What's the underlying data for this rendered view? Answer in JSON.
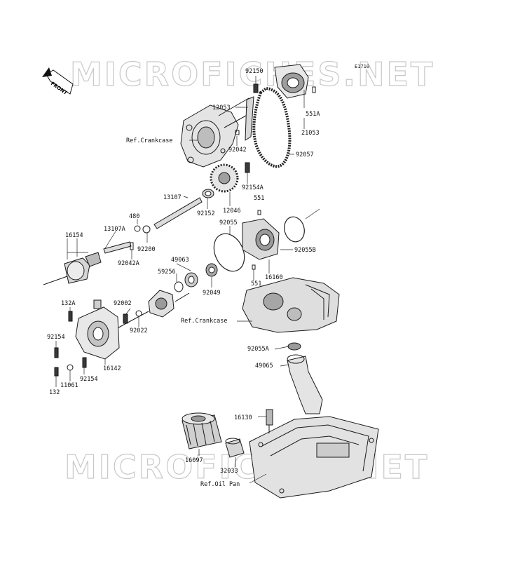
{
  "diagram_code": "E1710",
  "front_label": "FRONT",
  "watermark_text": "MICROFICHES.NET",
  "labels": {
    "p92150": "92150",
    "p12053": "12053",
    "p551A": "551A",
    "p21053": "21053",
    "refCrankcase1": "Ref.Crankcase",
    "p92042": "92042",
    "p92057": "92057",
    "p92154A": "92154A",
    "p13107": "13107",
    "p480": "480",
    "p92152": "92152",
    "p12046": "12046",
    "p551top": "551",
    "p16154": "16154",
    "p13107A": "13107A",
    "p92055": "92055",
    "p92200": "92200",
    "p92042A": "92042A",
    "p49063": "49063",
    "p59256": "59256",
    "p92055B": "92055B",
    "p16160": "16160",
    "p92049": "92049",
    "p551bot": "551",
    "p132A": "132A",
    "p92002": "92002",
    "p92022": "92022",
    "refCrankcase2": "Ref.Crankcase",
    "p92154a": "92154",
    "p16142": "16142",
    "p92055A": "92055A",
    "p49065": "49065",
    "p92154b": "92154",
    "p11061": "11061",
    "p132": "132",
    "p16130": "16130",
    "p16097": "16097",
    "p32033": "32033",
    "refOilPan": "Ref.Oil Pan"
  }
}
